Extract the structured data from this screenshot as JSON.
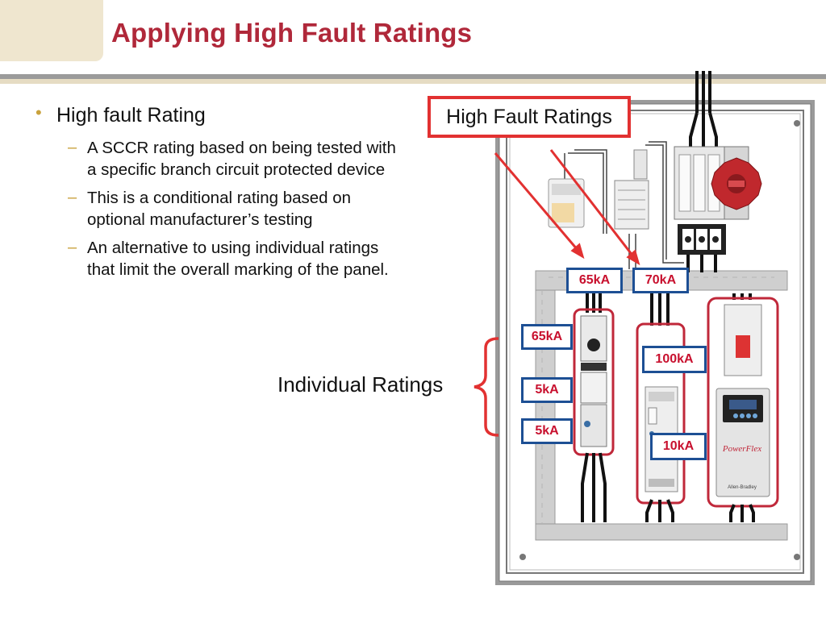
{
  "slide": {
    "title": "Applying High Fault Ratings",
    "bullet": {
      "text": "High fault Rating",
      "subitems": [
        "A SCCR rating based on being tested with a specific branch circuit protected device",
        "This is a conditional rating based on optional manufacturer’s testing",
        "An alternative to using individual ratings that limit the overall marking of the panel."
      ]
    },
    "callouts": {
      "high_fault": "High Fault Ratings",
      "individual": "Individual Ratings"
    }
  },
  "diagram": {
    "ratings": {
      "top_left": "65kA",
      "top_right": "70kA",
      "left_upper": "65kA",
      "left_middle": "5kA",
      "left_lower": "5kA",
      "center_upper": "100kA",
      "center_lower": "10kA"
    },
    "drive_brand": "PowerFlex",
    "drive_maker": "Allen-Bradley"
  },
  "colors": {
    "title": "#b0283a",
    "accent_bullet": "#c9a23d",
    "highlight_red": "#e23131",
    "rating_box_border": "#1d4f94",
    "rating_text": "#c8102e"
  }
}
